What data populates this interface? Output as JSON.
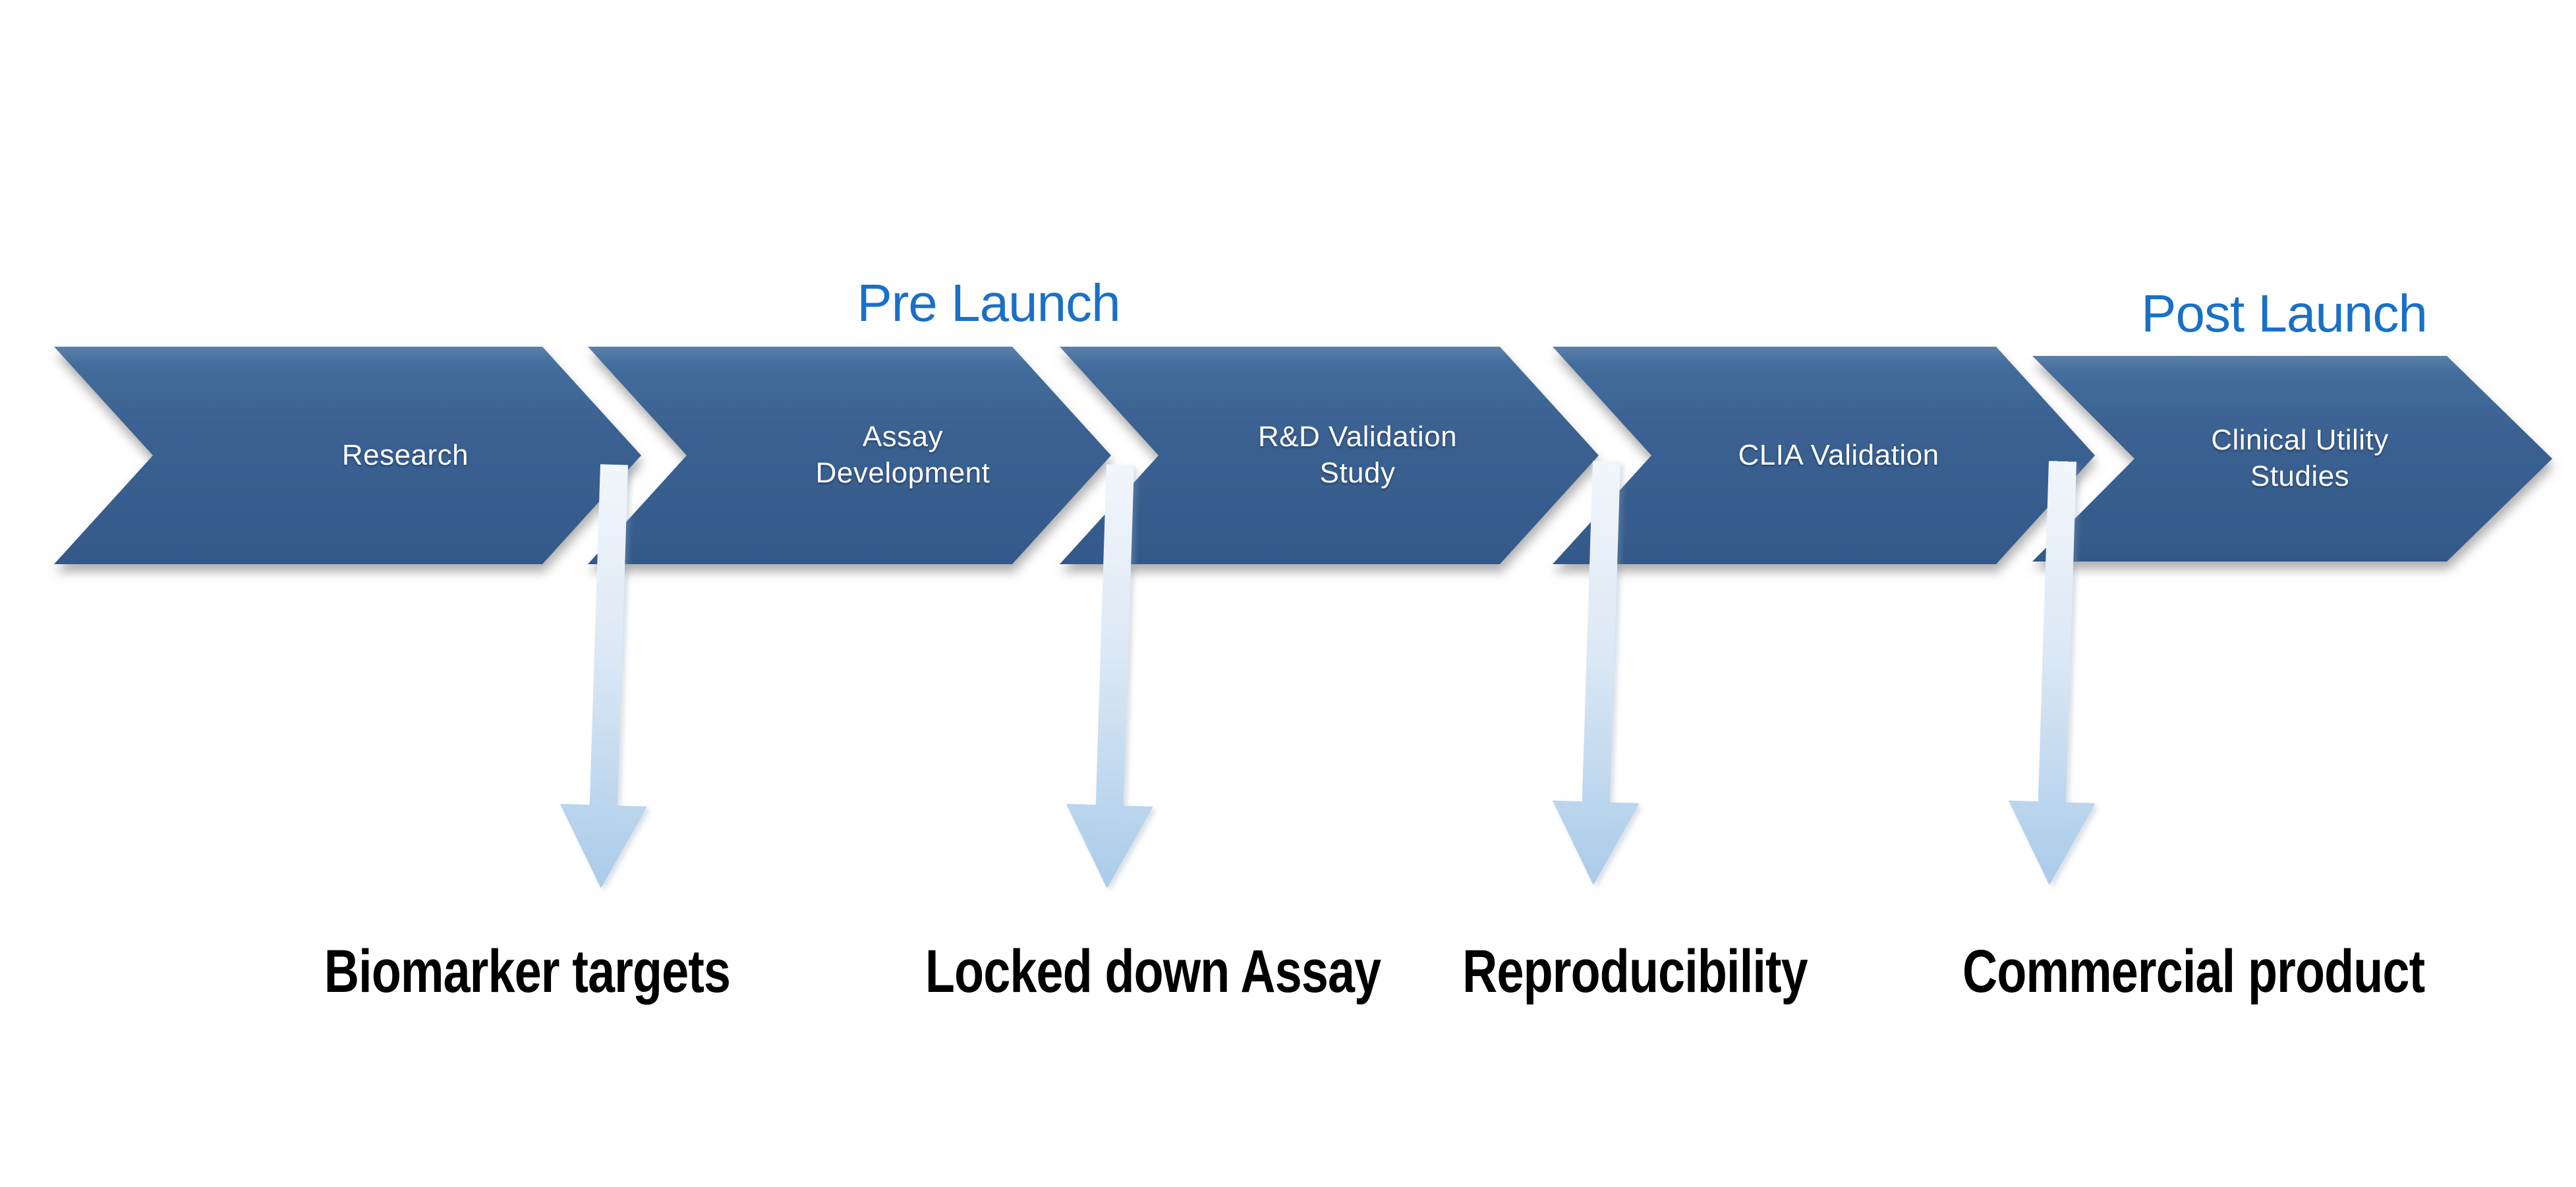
{
  "phases": {
    "pre": {
      "label": "Pre Launch"
    },
    "post": {
      "label": "Post Launch"
    }
  },
  "stages": [
    {
      "label": "Research"
    },
    {
      "label": "Assay\nDevelopment"
    },
    {
      "label": "R&D Validation\nStudy"
    },
    {
      "label": "CLIA Validation"
    },
    {
      "label": "Clinical Utility\nStudies"
    }
  ],
  "deliverables": [
    {
      "label": "Biomarker targets"
    },
    {
      "label": "Locked down Assay"
    },
    {
      "label": "Reproducibility"
    },
    {
      "label": "Commercial product"
    }
  ],
  "colors": {
    "background": "#FFFFFF",
    "chevron_fill": "#3B6292",
    "chevron_fill_dark": "#33598A",
    "phase_label": "#1A70C5",
    "stage_text": "#FFFFFF",
    "deliverable_text": "#000000",
    "arrow_gradient_top": "#F2F6FB",
    "arrow_gradient_bottom": "#A9CBE9"
  }
}
